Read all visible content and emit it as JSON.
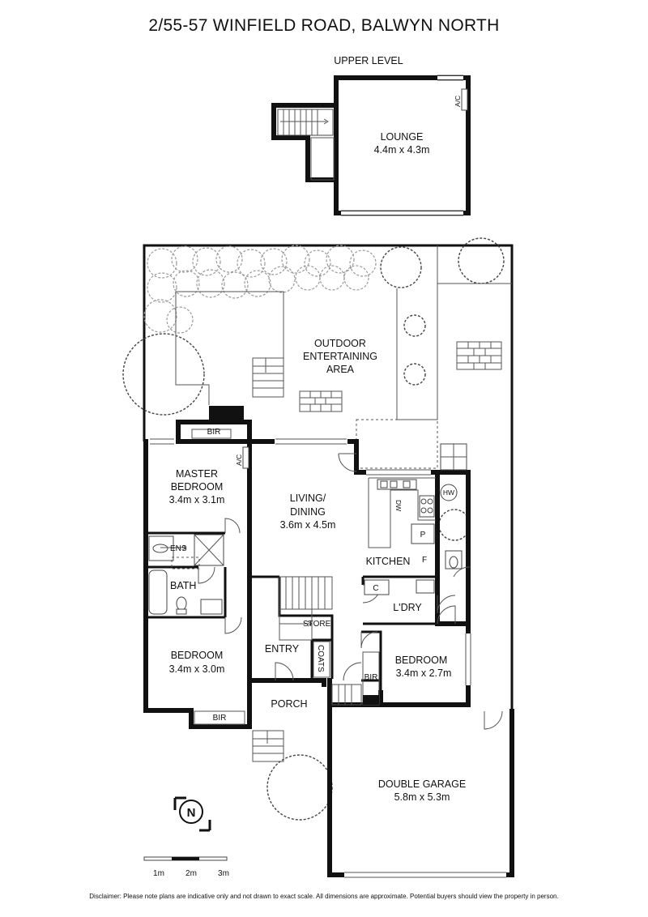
{
  "title": "2/55-57 WINFIELD ROAD, BALWYN NORTH",
  "upper_level": {
    "heading": "UPPER LEVEL",
    "rooms": [
      {
        "name": "LOUNGE",
        "size": "4.4m x 4.3m"
      }
    ],
    "fixtures": [
      "A/C"
    ]
  },
  "ground_level": {
    "rooms": {
      "outdoor": {
        "line1": "OUTDOOR",
        "line2": "ENTERTAINING",
        "line3": "AREA"
      },
      "master": {
        "line1": "MASTER",
        "line2": "BEDROOM",
        "size": "3.4m x 3.1m"
      },
      "living": {
        "line1": "LIVING/",
        "line2": "DINING",
        "size": "3.6m x 4.5m"
      },
      "kitchen": {
        "name": "KITCHEN"
      },
      "laundry": {
        "name": "L'DRY"
      },
      "ensuite": {
        "name": "ENS"
      },
      "bath": {
        "name": "BATH"
      },
      "bedroom2": {
        "name": "BEDROOM",
        "size": "3.4m x 3.0m"
      },
      "bedroom3": {
        "name": "BEDROOM",
        "size": "3.4m x 2.7m"
      },
      "entry": {
        "name": "ENTRY"
      },
      "porch": {
        "name": "PORCH"
      },
      "store": {
        "name": "STORE"
      },
      "coats": {
        "name": "COATS"
      },
      "garage": {
        "line1": "DOUBLE GARAGE",
        "size": "5.8m x 5.3m"
      }
    },
    "fixtures": {
      "bir_master": "BIR",
      "bir_bedroom2": "BIR",
      "bir_bedroom3": "BIR",
      "ac_living": "A/C",
      "dishwasher": "DW",
      "hot_water": "HW",
      "pantry": "P",
      "fridge": "F",
      "cupboard": "C"
    }
  },
  "compass": {
    "letter": "N"
  },
  "scale_bar": {
    "labels": [
      "1m",
      "2m",
      "3m"
    ]
  },
  "disclaimer": "Disclaimer: Please note plans are indicative only and not drawn to exact scale. All dimensions are approximate. Potential buyers should view the property in person."
}
